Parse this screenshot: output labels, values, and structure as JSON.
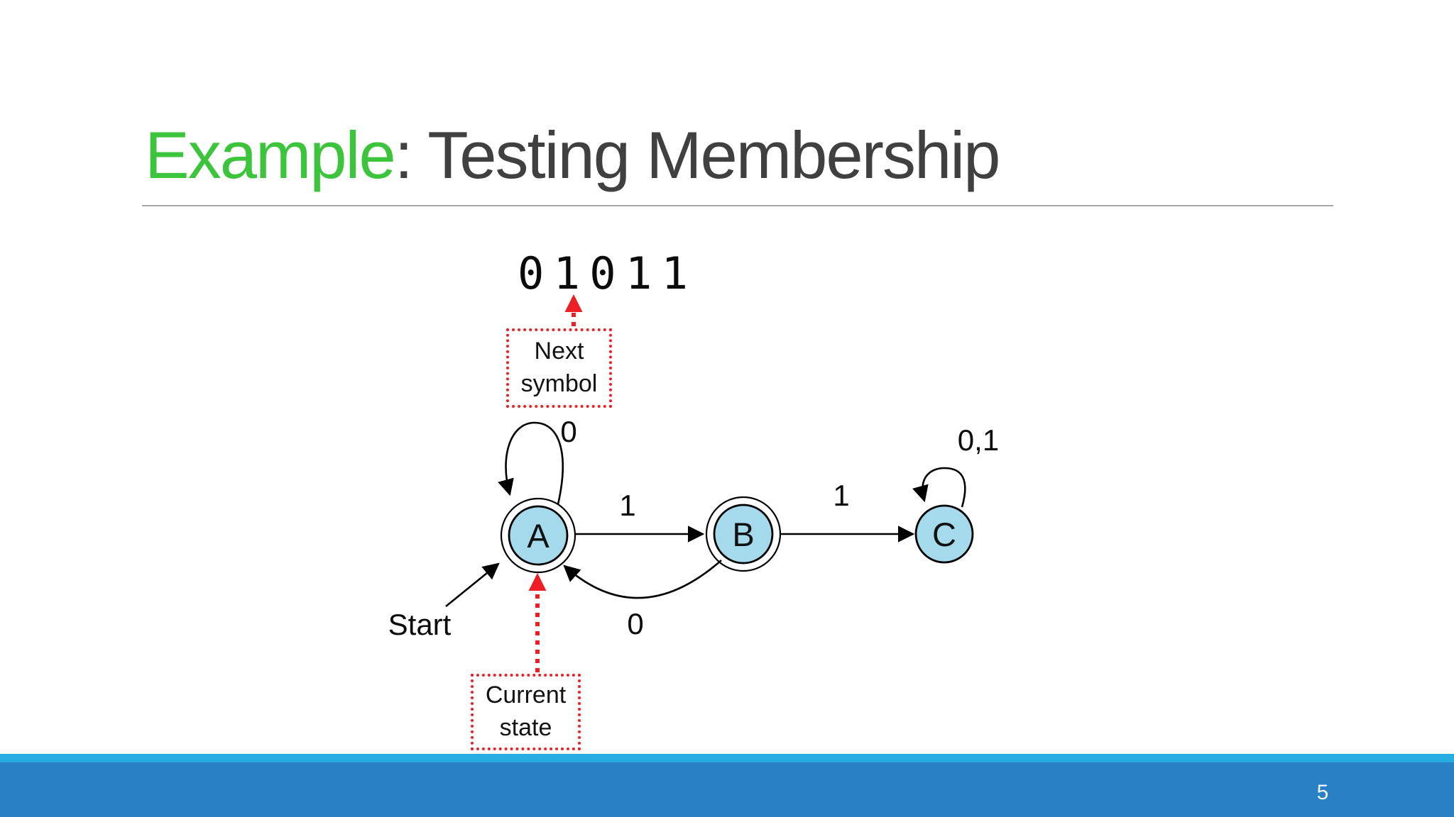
{
  "slide": {
    "title": {
      "highlight": "Example",
      "rest": ": Testing Membership"
    },
    "input_string": "0 1 0 1 1",
    "page_number": "5"
  },
  "annotations": {
    "next_symbol": {
      "line1": "Next",
      "line2": "symbol"
    },
    "current_state": {
      "line1": "Current",
      "line2": "state"
    },
    "start_label": "Start"
  },
  "automaton": {
    "start_state": "A",
    "states": [
      {
        "label": "A",
        "accepting": true
      },
      {
        "label": "B",
        "accepting": true
      },
      {
        "label": "C",
        "accepting": false
      }
    ],
    "transitions": [
      {
        "from": "A",
        "to": "A",
        "label": "0"
      },
      {
        "from": "A",
        "to": "B",
        "label": "1"
      },
      {
        "from": "B",
        "to": "C",
        "label": "1"
      },
      {
        "from": "B",
        "to": "A",
        "label": "0"
      },
      {
        "from": "C",
        "to": "C",
        "label": "0,1"
      }
    ]
  },
  "colors": {
    "accent_green": "#3dc43d",
    "title_gray": "#404040",
    "underline_gray": "#a6a6a6",
    "ink": "#000000",
    "state_fill": "#a5d9ec",
    "annotation_red": "#ec2024",
    "footer_light_blue": "#27ace2",
    "footer_blue": "#2a80c4",
    "page_number_white": "#f2f7fb"
  }
}
